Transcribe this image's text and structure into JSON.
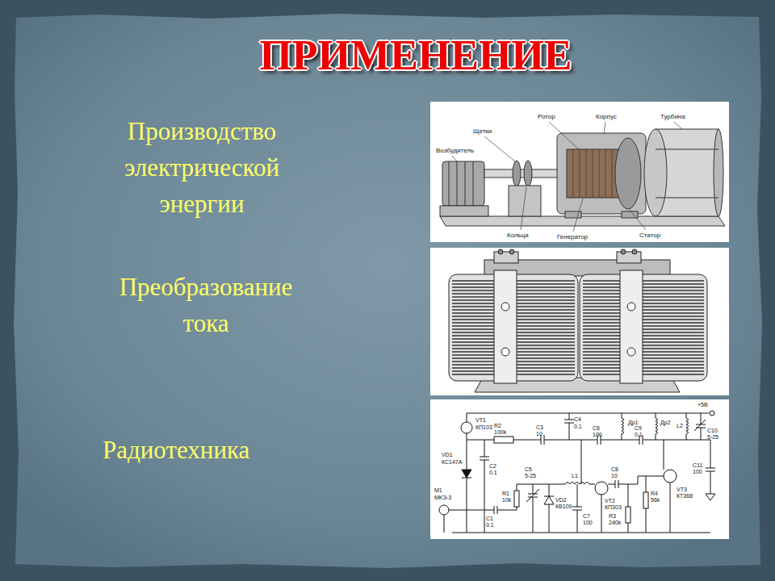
{
  "diagram": {
    "title": "ПРИМЕНЕНИЕ",
    "labels": [
      "Производство электрической энергии",
      "Преобразование тока",
      "Радиотехника",
      "Ротор",
      "Корпус",
      "Турбина",
      "Щетки",
      "Возбудитель",
      "Кольца",
      "Генератор",
      "Статор",
      "VT1",
      "КП103",
      "VD1",
      "КС147А",
      "R2",
      "100k",
      "C2",
      "0.1",
      "C3",
      "10",
      "C4",
      "0.1",
      "C6",
      "100",
      "Др1",
      "Др2",
      "C9",
      "0.1",
      "L2",
      "+5В",
      "C10",
      "5-25",
      "C11",
      "100",
      "R4",
      "56k",
      "VT3",
      "КТ368",
      "R1",
      "10k",
      "C5",
      "5-25",
      "L1",
      "VD2",
      "КВ109",
      "VT2",
      "КП303",
      "C8",
      "10",
      "C7",
      "100",
      "R3",
      "240k",
      "M1",
      "МКЭ-3",
      "C1",
      "0.1"
    ]
  }
}
